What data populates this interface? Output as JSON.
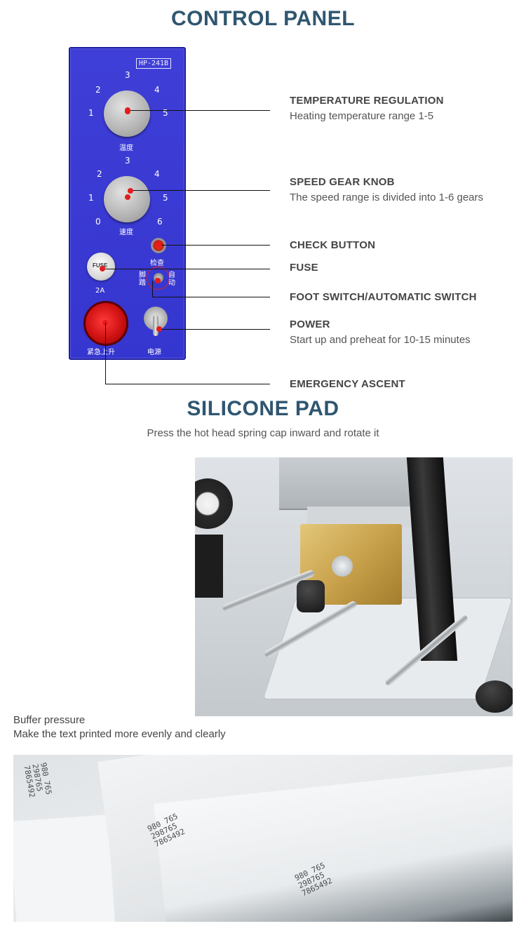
{
  "headings": {
    "control_panel": "CONTROL PANEL",
    "silicone_pad": "SILICONE PAD"
  },
  "panel": {
    "model": "HP-241B",
    "temp_dial": {
      "numbers": [
        "1",
        "2",
        "3",
        "4",
        "5"
      ],
      "label": "温度"
    },
    "speed_dial": {
      "numbers": [
        "0",
        "1",
        "2",
        "3",
        "4",
        "5",
        "6"
      ],
      "label": "速度"
    },
    "check_label": "检查",
    "fuse_label": "2A",
    "fuse_text": "FUSE",
    "foot_label_left": "脚踏",
    "auto_label_right": "自动",
    "emergency_label": "紧急上升",
    "power_label": "电源"
  },
  "callouts": [
    {
      "title": "TEMPERATURE REGULATION",
      "desc": "Heating temperature range 1-5"
    },
    {
      "title": "SPEED GEAR KNOB",
      "desc": "The speed range is divided into 1-6 gears"
    },
    {
      "title": "CHECK BUTTON",
      "desc": ""
    },
    {
      "title": "FUSE",
      "desc": ""
    },
    {
      "title": "FOOT SWITCH/AUTOMATIC SWITCH",
      "desc": ""
    },
    {
      "title": "POWER",
      "desc": "Start up and preheat for 10-15 minutes"
    },
    {
      "title": "EMERGENCY ASCENT",
      "desc": ""
    }
  ],
  "silicone": {
    "subtitle": "Press the hot head spring cap inward and rotate it",
    "caption_line1": "Buffer pressure",
    "caption_line2": "Make the text printed more evenly and clearly"
  },
  "print_codes": {
    "a": "980 765\n298765\n7865492"
  }
}
